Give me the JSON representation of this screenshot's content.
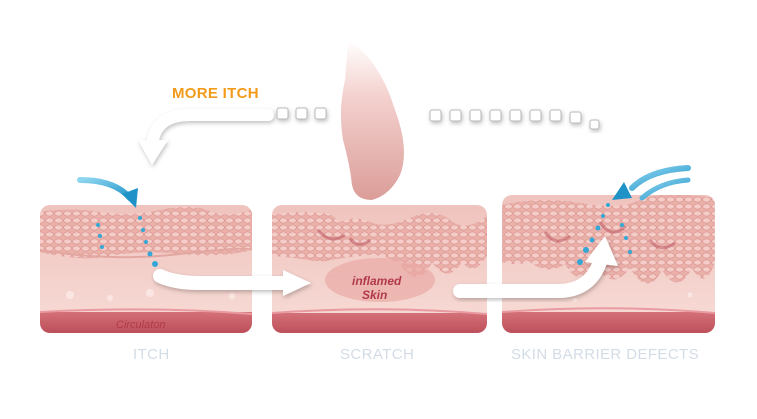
{
  "diagram": {
    "cycle_label": "MORE ITCH",
    "panels": [
      {
        "id": "itch",
        "label": "ITCH",
        "note": "Circulaton"
      },
      {
        "id": "scratch",
        "label": "SCRATCH",
        "note_line1": "inflamed",
        "note_line2": "Skin"
      },
      {
        "id": "barrier",
        "label": "SKIN BARRIER DEFECTS"
      }
    ],
    "colors": {
      "skin_top": "#eab3ad",
      "skin_mid": "#f2c9c3",
      "skin_lower": "#f6d7d2",
      "blood": "#c85a62",
      "droplet": "#35a7d6",
      "orange": "#f29b1a",
      "label_grey": "#d3dce6"
    }
  }
}
